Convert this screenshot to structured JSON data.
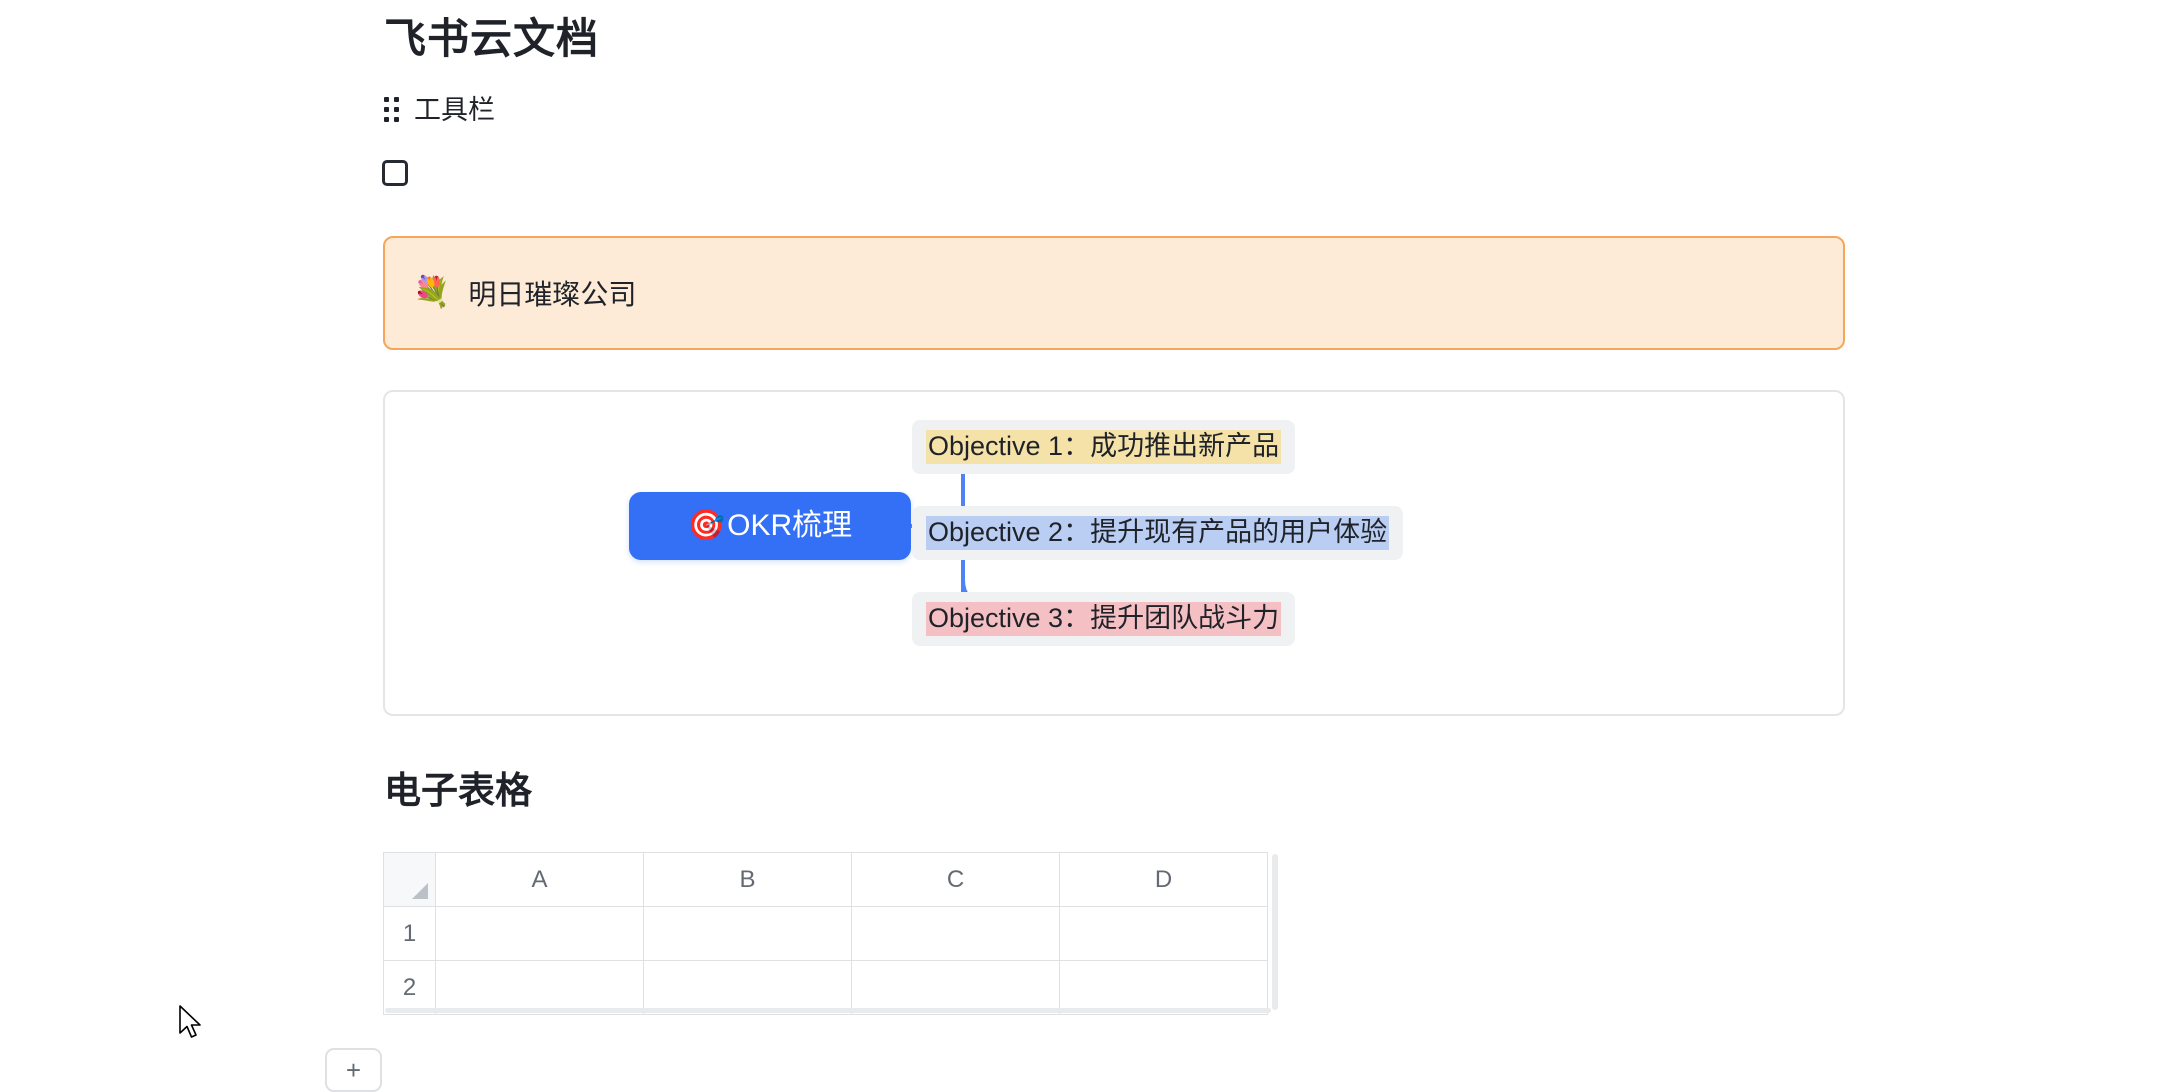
{
  "document": {
    "title": "飞书云文档"
  },
  "toolbar": {
    "handle_icon": "drag-handle-icon",
    "label": "工具栏"
  },
  "checkbox": {
    "checked": false,
    "label": ""
  },
  "callout": {
    "emoji": "💐",
    "emoji_name": "bouquet-emoji",
    "text": "明日璀璨公司",
    "border_color": "#F5A65B",
    "background_color": "#FDEBD7"
  },
  "mindmap": {
    "root": {
      "emoji": "🎯",
      "emoji_name": "target-emoji",
      "label": "OKR梳理",
      "color": "#3370F5",
      "text_color": "#FFFFFF"
    },
    "connector_color": "#4E83F5",
    "nodes": [
      {
        "label": "Objective 1：成功推出新产品",
        "highlight_color": "#F5E2A8",
        "node_background": "#F0F1F2"
      },
      {
        "label": "Objective 2：提升现有产品的用户体验",
        "highlight_color": "#BACDF2",
        "node_background": "#F0F1F2"
      },
      {
        "label": "Objective 3：提升团队战斗力",
        "highlight_color": "#F5C0C4",
        "node_background": "#F0F1F2"
      }
    ]
  },
  "spreadsheet": {
    "heading": "电子表格",
    "corner_icon": "select-all-triangle-icon",
    "columns": [
      "A",
      "B",
      "C",
      "D"
    ],
    "rows": [
      {
        "header": "1",
        "cells": [
          "",
          "",
          "",
          ""
        ]
      },
      {
        "header": "2",
        "cells": [
          "",
          "",
          "",
          ""
        ]
      }
    ]
  },
  "footer": {
    "add_button_label": "+"
  }
}
